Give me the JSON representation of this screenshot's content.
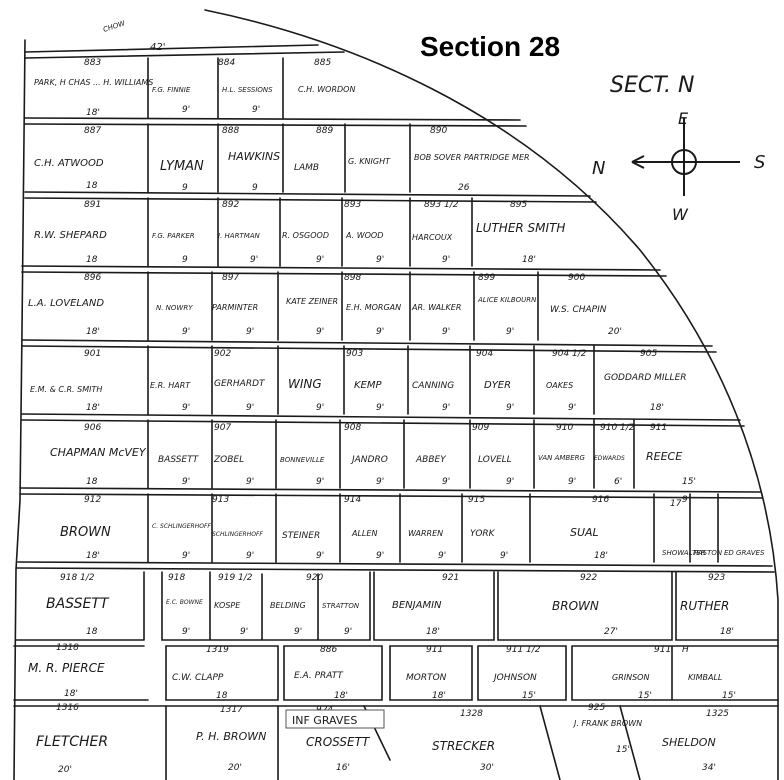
{
  "title": "Section 28",
  "compass": {
    "label": "SECT. N",
    "north": "N",
    "south": "S",
    "east": "E",
    "west": "W"
  },
  "stamp": "INF GRAVES",
  "edge_note": "CHOW",
  "top_width": "42'",
  "lots": [
    {
      "num": "883",
      "owner": "PARK, H CHAS ... H. WILLIAMS",
      "width": "18'"
    },
    {
      "num": "884",
      "owner": "F.G. FINNIE",
      "width": "9'"
    },
    {
      "num": "",
      "owner": "H.L. SESSIONS",
      "width": "9'"
    },
    {
      "num": "885",
      "owner": "C.H. WORDON",
      "width": ""
    },
    {
      "num": "887",
      "owner": "C.H. ATWOOD",
      "width": "18"
    },
    {
      "num": "888",
      "owner": "LYMAN",
      "width": "9"
    },
    {
      "num": "",
      "owner": "HAWKINS",
      "width": "9"
    },
    {
      "num": "889",
      "owner": "LAMB",
      "width": "9"
    },
    {
      "num": "",
      "owner": "G. KNIGHT",
      "width": "9"
    },
    {
      "num": "890",
      "owner": "BOB SOVER PARTRIDGE MER",
      "width": "26"
    },
    {
      "num": "891",
      "owner": "R.W. SHEPARD",
      "width": "18"
    },
    {
      "num": "892",
      "owner": "F.G. PARKER",
      "width": "9"
    },
    {
      "num": "",
      "owner": "I. HARTMAN",
      "width": "9'"
    },
    {
      "num": "893",
      "owner": "R. OSGOOD",
      "width": "9'"
    },
    {
      "num": "",
      "owner": "A. WOOD",
      "width": "9'"
    },
    {
      "num": "893 1/2",
      "owner": "HARCOUX",
      "width": "9'"
    },
    {
      "num": "895",
      "owner": "LUTHER SMITH",
      "width": "18'"
    },
    {
      "num": "896",
      "owner": "L.A. LOVELAND",
      "width": "18'"
    },
    {
      "num": "897",
      "owner": "N. NOWRY",
      "width": "9'"
    },
    {
      "num": "",
      "owner": "PARMINTER",
      "width": "9'"
    },
    {
      "num": "898",
      "owner": "KATE ZEINER",
      "width": "9'"
    },
    {
      "num": "",
      "owner": "E.H. MORGAN",
      "width": "9'"
    },
    {
      "num": "899",
      "owner": "AR. WALKER",
      "width": "9'"
    },
    {
      "num": "",
      "owner": "ALICE KILBOURN",
      "width": "9'"
    },
    {
      "num": "900",
      "owner": "W.S. CHAPIN",
      "width": "20'"
    },
    {
      "num": "901",
      "owner": "E.M. & C.R. SMITH",
      "width": "18'"
    },
    {
      "num": "902",
      "owner": "E.R. HART",
      "width": "9'"
    },
    {
      "num": "",
      "owner": "GERHARDT",
      "width": "9'"
    },
    {
      "num": "903",
      "owner": "WING",
      "width": "9'"
    },
    {
      "num": "",
      "owner": "KEMP",
      "width": "9'"
    },
    {
      "num": "904",
      "owner": "CANNING",
      "width": "9'"
    },
    {
      "num": "",
      "owner": "DYER",
      "width": "9'"
    },
    {
      "num": "904 1/2",
      "owner": "OAKES",
      "width": "9'"
    },
    {
      "num": "905",
      "owner": "GODDARD MILLER",
      "width": "18'"
    },
    {
      "num": "906",
      "owner": "CHAPMAN McVEY",
      "width": "18"
    },
    {
      "num": "907",
      "owner": "BASSETT",
      "width": "9'"
    },
    {
      "num": "",
      "owner": "ZOBEL",
      "width": "9'"
    },
    {
      "num": "908",
      "owner": "BONNEVILLE",
      "width": "9'"
    },
    {
      "num": "",
      "owner": "JANDRO",
      "width": "9'"
    },
    {
      "num": "909",
      "owner": "ABBEY",
      "width": "9'"
    },
    {
      "num": "",
      "owner": "LOVELL",
      "width": "9'"
    },
    {
      "num": "910",
      "owner": "VAN AMBERG",
      "width": "9'"
    },
    {
      "num": "910 1/2",
      "owner": "EDWARDS",
      "width": "6'"
    },
    {
      "num": "911",
      "owner": "REECE",
      "width": "15'"
    },
    {
      "num": "912",
      "owner": "BROWN",
      "width": "18'"
    },
    {
      "num": "913",
      "owner": "C. SCHLINGERHOFF",
      "width": "9'"
    },
    {
      "num": "",
      "owner": "SCHLINGERHOFF",
      "width": "9'"
    },
    {
      "num": "",
      "owner": "STEINER",
      "width": "9'"
    },
    {
      "num": "914",
      "owner": "ALLEN",
      "width": "9'"
    },
    {
      "num": "915",
      "owner": "WARREN",
      "width": "9'"
    },
    {
      "num": "",
      "owner": "YORK",
      "width": "9'"
    },
    {
      "num": "916",
      "owner": "SUAL",
      "width": "18'"
    },
    {
      "num": "9",
      "owner": "SHOWALTER",
      "width": ""
    },
    {
      "num": "17",
      "owner": "PASTON",
      "width": ""
    },
    {
      "num": "",
      "owner": "ED GRAVES",
      "width": ""
    },
    {
      "num": "918 1/2",
      "owner": "BASSETT",
      "width": "18"
    },
    {
      "num": "918",
      "owner": "E.C. BOWNE",
      "width": "9'"
    },
    {
      "num": "919 1/2",
      "owner": "KOSPE",
      "width": "9'"
    },
    {
      "num": "920",
      "owner": "BELDING",
      "width": "9'"
    },
    {
      "num": "",
      "owner": "STRATTON",
      "width": "9'"
    },
    {
      "num": "921",
      "owner": "BENJAMIN",
      "width": "18'"
    },
    {
      "num": "922",
      "owner": "BROWN",
      "width": "27'"
    },
    {
      "num": "923",
      "owner": "RUTHER",
      "width": "18'"
    },
    {
      "num": "1318",
      "owner": "M. R. PIERCE",
      "width": "18'"
    },
    {
      "num": "1319",
      "owner": "C.W. CLAPP",
      "width": "18"
    },
    {
      "num": "886",
      "owner": "E.A. PRATT",
      "width": "18'"
    },
    {
      "num": "911",
      "owner": "MORTON",
      "width": "18'"
    },
    {
      "num": "911 1/2",
      "owner": "JOHNSON",
      "width": "15'"
    },
    {
      "num": "911",
      "owner": "GRINSON",
      "width": "15'"
    },
    {
      "num": "H",
      "owner": "KIMBALL",
      "width": "15'"
    },
    {
      "num": "1316",
      "owner": "FLETCHER",
      "width": "20'"
    },
    {
      "num": "1317",
      "owner": "P. H. BROWN",
      "width": "20'"
    },
    {
      "num": "924",
      "owner": "CROSSETT",
      "width": "16'"
    },
    {
      "num": "1328",
      "owner": "STRECKER",
      "width": "30'"
    },
    {
      "num": "925",
      "owner": "J. FRANK BROWN",
      "width": "15'"
    },
    {
      "num": "1325",
      "owner": "SHELDON",
      "width": "34'"
    }
  ]
}
